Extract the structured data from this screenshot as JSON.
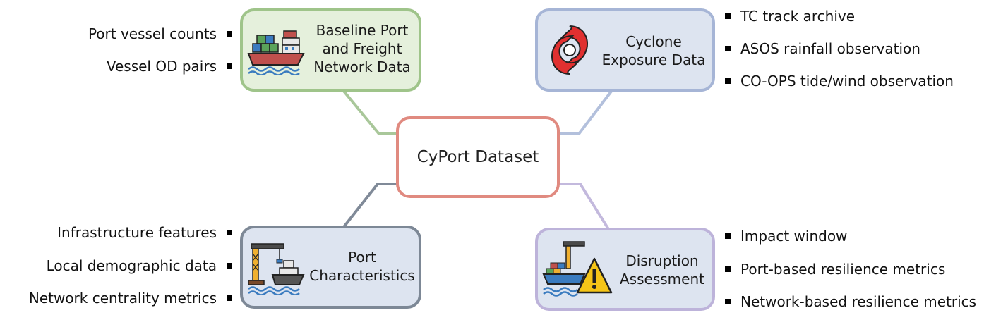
{
  "center": {
    "title": "CyPort Dataset"
  },
  "nodes": {
    "baseline": {
      "title": "Baseline Port\nand Freight\nNetwork Data",
      "icon": "cargo-ship-icon",
      "color": "#9fc48a",
      "fill": "#e5f0dc",
      "items": [
        "Port vessel counts",
        "Vessel OD pairs"
      ]
    },
    "cyclone": {
      "title": "Cyclone\nExposure Data",
      "icon": "cyclone-icon",
      "color": "#a6b5d6",
      "fill": "#dde4f0",
      "items": [
        "TC track archive",
        "ASOS rainfall observation",
        "CO-OPS tide/wind observation"
      ]
    },
    "port": {
      "title": "Port\nCharacteristics",
      "icon": "port-crane-ship-icon",
      "color": "#7d8896",
      "fill": "#dde4f0",
      "items": [
        "Infrastructure features",
        "Local demographic data",
        "Network centrality metrics"
      ]
    },
    "disruption": {
      "title": "Disruption\nAssessment",
      "icon": "ship-warning-icon",
      "color": "#bdb3da",
      "fill": "#dde4f0",
      "items": [
        "Impact window",
        "Port-based resilience metrics",
        "Network-based resilience metrics"
      ]
    }
  }
}
